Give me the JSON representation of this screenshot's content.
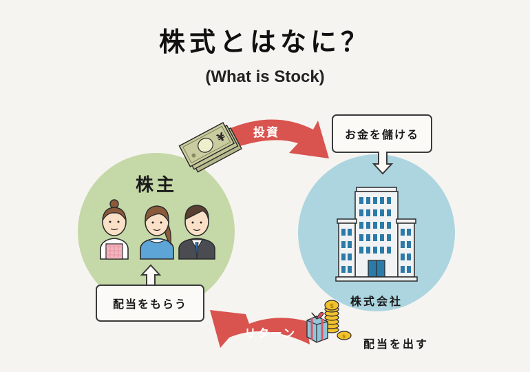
{
  "header": {
    "title": "株式とはなに？",
    "subtitle": "(What is Stock)"
  },
  "shareholders": {
    "label": "株主",
    "color": "#c5d9a8",
    "people": [
      "woman-apron",
      "woman-blue-shirt",
      "man-suit"
    ]
  },
  "company": {
    "label": "株式会社",
    "color": "#acd5e0",
    "icon": "office-building-icon"
  },
  "flows": {
    "invest": {
      "label": "投資",
      "icon": "yen-banknotes-icon",
      "color": "#d9534f"
    },
    "return": {
      "label": "リターン",
      "icon": "gift-and-coins-icon",
      "color": "#d9534f"
    }
  },
  "boxes": {
    "earn_money": "お金を儲ける",
    "receive_dividend": "配当をもらう"
  },
  "captions": {
    "issue_dividend": "配当を出す"
  }
}
